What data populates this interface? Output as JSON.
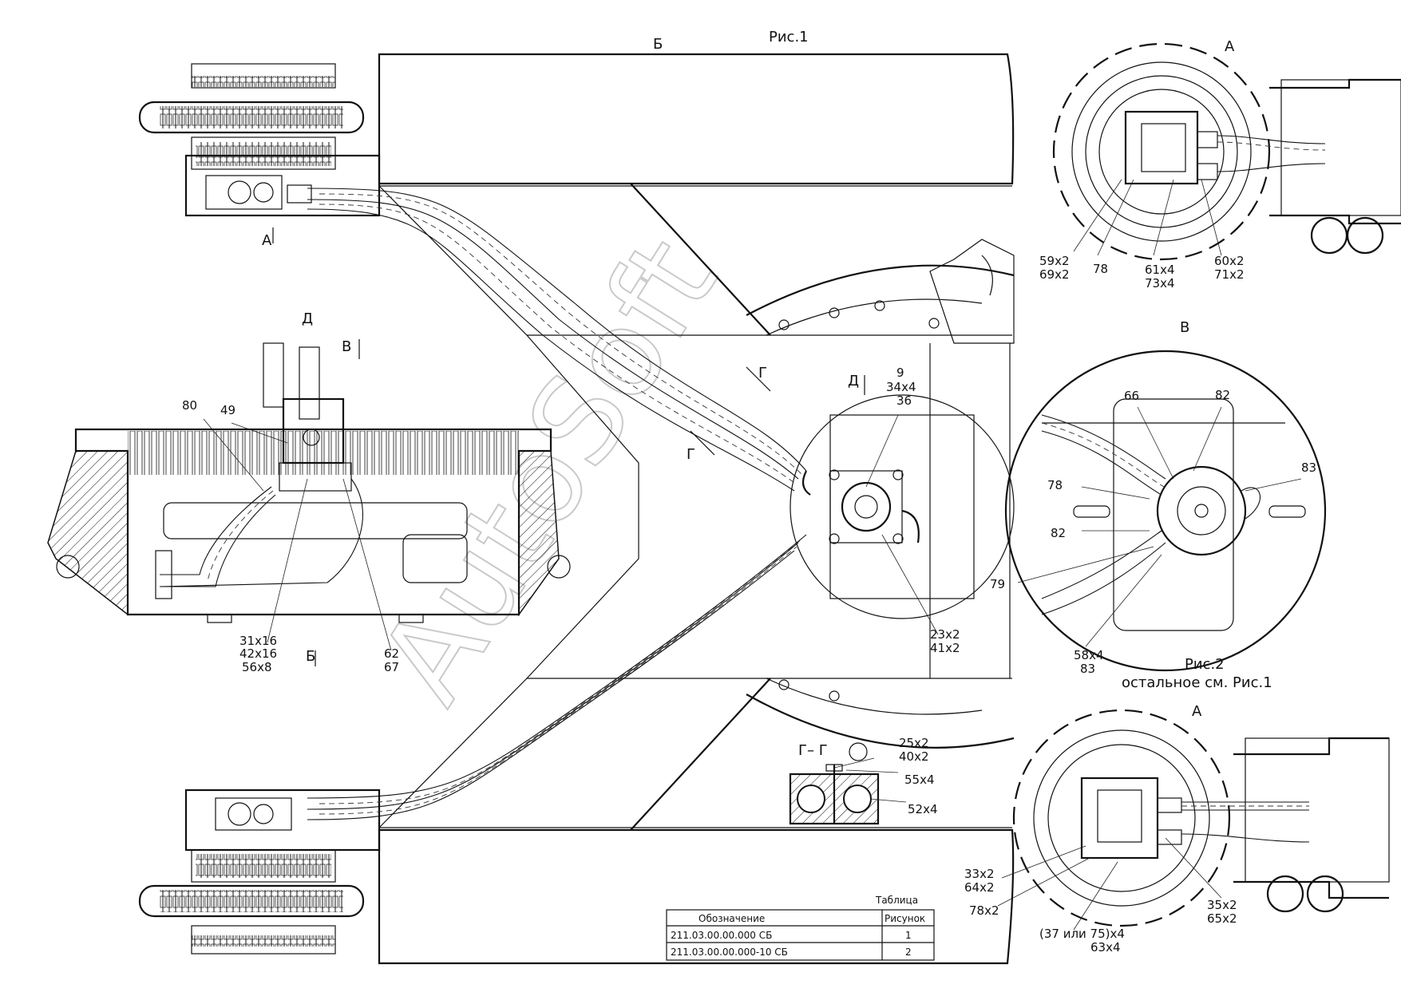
{
  "figure_titles": {
    "fig1": "Рис.1",
    "fig2": "Рис.2",
    "fig2_note": "остальное  см. Рис.1"
  },
  "view_letters": {
    "b_top": "Б",
    "a_top_right": "А",
    "a_bottom_right": "А",
    "v_right": "В",
    "d_left": "Д",
    "v_arrow": "В",
    "d_arrow": "Д",
    "g_arrow_1": "Г",
    "g_arrow_2": "Г",
    "a_arrow": "А",
    "b_arrow": "Б",
    "section": "Г– Г"
  },
  "callouts": {
    "c_59": "59х2",
    "c_69": "69х2",
    "c_78a": "78",
    "c_61": "61х4",
    "c_73": "73х4",
    "c_60": "60х2",
    "c_71": "71х2",
    "c_9": "9",
    "c_34": "34х4",
    "c_36": "36",
    "c_80": "80",
    "c_49": "49",
    "c_31": "31х16",
    "c_42": "42х16",
    "c_56": "56х8",
    "c_62": "62",
    "c_67": "67",
    "c_23": "23х2",
    "c_41": "41х2",
    "c_66": "66",
    "c_82a": "82",
    "c_83a": "83",
    "c_78b": "78",
    "c_82b": "82",
    "c_79": "79",
    "c_58": "58х4",
    "c_83b": "83",
    "c_25": "25х2",
    "c_40": "40х2",
    "c_55": "55х4",
    "c_52": "52х4",
    "c_33": "33х2",
    "c_64": "64х2",
    "c_78x2": "78х2",
    "c_37": "(37 или 75)х4",
    "c_63": "63х4",
    "c_35": "35х2",
    "c_65": "65х2"
  },
  "table": {
    "title": "Таблица",
    "headers": [
      "Обозначение",
      "Рисунок"
    ],
    "rows": [
      [
        "211.03.00.00.000 СБ",
        "1"
      ],
      [
        "211.03.00.00.000-10 СБ",
        "2"
      ]
    ]
  },
  "watermark": "AutoSoft"
}
